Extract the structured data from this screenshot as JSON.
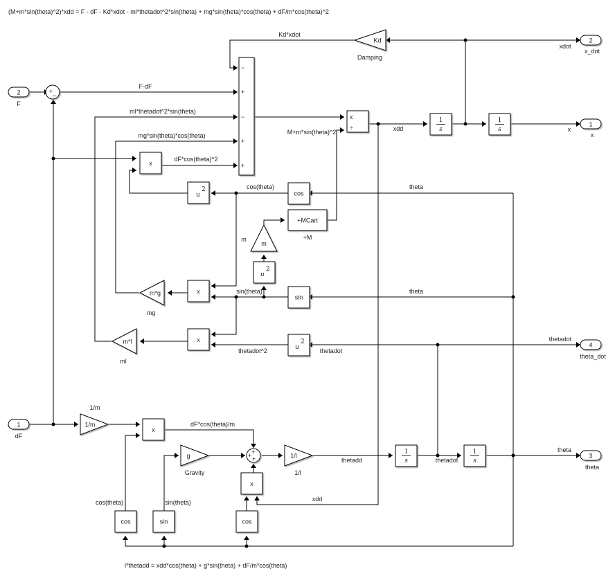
{
  "equations": {
    "top": "(M+m*sin(theta)^2)*xdd = F - dF  - Kd*xdot - ml*thetadot^2*sin(theta) + mg*sin(theta)*cos(theta) + dF/m*cos(theta)^2",
    "bottom": "l*thetadd = xdd*cos(theta) + g*sin(theta) + dF/m*cos(theta)"
  },
  "inports": [
    {
      "number": "2",
      "name": "F"
    },
    {
      "number": "1",
      "name": "dF"
    }
  ],
  "outports": [
    {
      "number": "2",
      "name": "x_dot",
      "signal": "xdot"
    },
    {
      "number": "1",
      "name": "x",
      "signal": "x"
    },
    {
      "number": "4",
      "name": "theta_dot",
      "signal": "thetadot"
    },
    {
      "number": "3",
      "name": "theta",
      "signal": "theta"
    }
  ],
  "gains": {
    "damping": {
      "text": "Kd",
      "name": "Damping"
    },
    "mass": {
      "text": "m",
      "name": ""
    },
    "mg": {
      "text": "m*g",
      "name": "mg"
    },
    "ml": {
      "text": "m*l",
      "name": "ml"
    },
    "inv_m": {
      "text": "1/m",
      "name": "1/m"
    },
    "gravity": {
      "text": "g",
      "name": "Gravity"
    },
    "inv_l": {
      "text": "1/l",
      "name": "1/l"
    }
  },
  "blocks": {
    "product": "x",
    "divide_mul": "x",
    "divide_div": "÷",
    "cos": "cos",
    "sin": "sin",
    "mcart": "+MCart",
    "mcart_name": "+M",
    "square_base": "u",
    "square_exp": "2",
    "integrator_num": "1",
    "integrator_den": "s"
  },
  "sum_signs": {
    "big_sum": [
      "−",
      "+",
      "−",
      "+",
      "+"
    ],
    "f_sum": [
      "+",
      "_"
    ],
    "theta_sum": [
      "+",
      "+",
      "+"
    ]
  },
  "signals": {
    "kd_xdot": "Kd*xdot",
    "f_df": "F-dF",
    "ml_term": "ml*thetadot^2*sin(theta)",
    "mg_term": "mg*sin(theta)*cos(theta)",
    "df_term": "dF*cos(theta)^2",
    "denominator": "M+m*sin(theta)^2",
    "xdd": "xdd",
    "xdot": "xdot",
    "x": "x",
    "cos_theta": "cos(theta)",
    "theta": "theta",
    "m": "m",
    "sin_theta": "sin(theta)",
    "thetadot_sq": "thetadot^2",
    "thetadot": "thetadot",
    "df_cos_m": "dF*cos(theta)/m",
    "thetadd": "thetadd",
    "cos_theta_b": "cos(theta)",
    "sin_theta_b": "sin(theta)",
    "xdd_b": "xdd"
  }
}
